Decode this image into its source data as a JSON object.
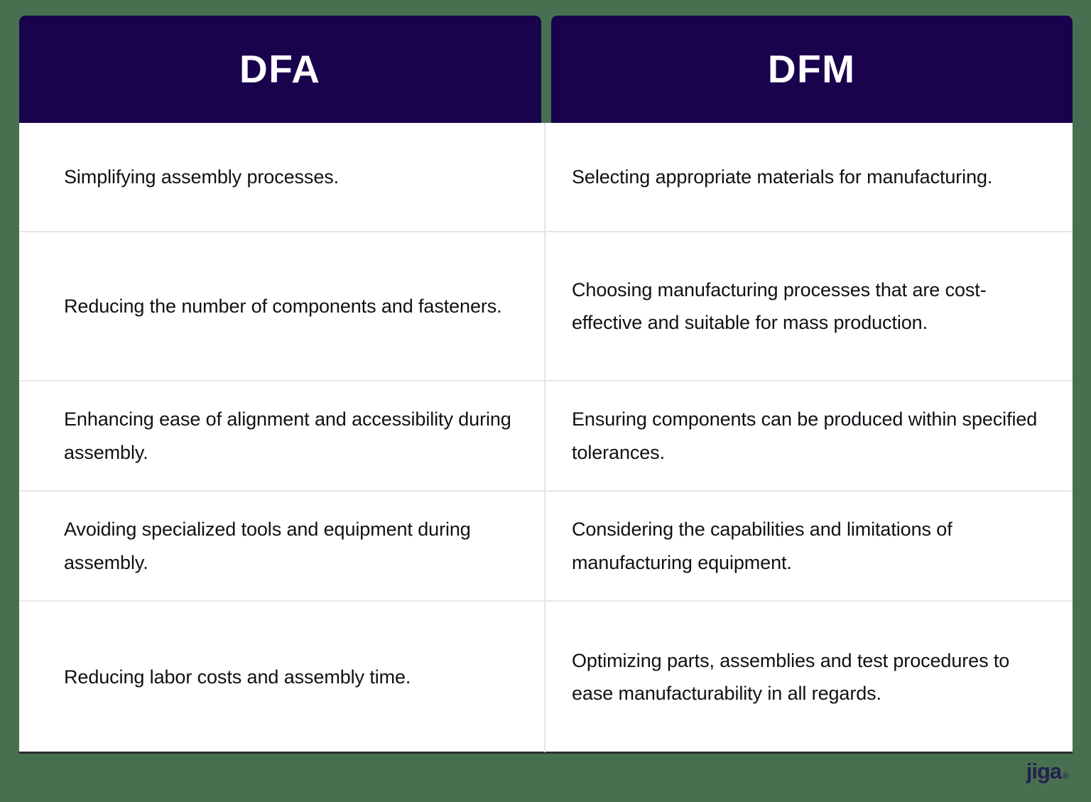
{
  "background_color": "#477050",
  "card_color": "#ffffff",
  "header_color": "#19034C",
  "header_text_color": "#ffffff",
  "divider_color": "#e6e6ea",
  "body_text_color": "#111016",
  "table": {
    "columns": [
      {
        "label": "DFA"
      },
      {
        "label": "DFM"
      }
    ],
    "rows": [
      {
        "dfa": "Simplifying assembly processes.",
        "dfm": "Selecting appropriate materials for manufacturing."
      },
      {
        "dfa": "Reducing the number of components and fasteners.",
        "dfm": "Choosing manufacturing processes that are cost-effective and suitable for mass production."
      },
      {
        "dfa": "Enhancing ease of alignment and accessibility during assembly.",
        "dfm": "Ensuring components can be produced within specified tolerances."
      },
      {
        "dfa": "Avoiding specialized tools and equipment during assembly.",
        "dfm": "Considering the capabilities and limitations of manufacturing equipment."
      },
      {
        "dfa": "Reducing labor costs and assembly time.",
        "dfm": "Optimizing parts, assemblies and test procedures to ease manufacturability in all regards."
      }
    ]
  },
  "footer": {
    "logo_text": "jiga",
    "logo_mark": "®",
    "logo_color": "#24214e"
  }
}
